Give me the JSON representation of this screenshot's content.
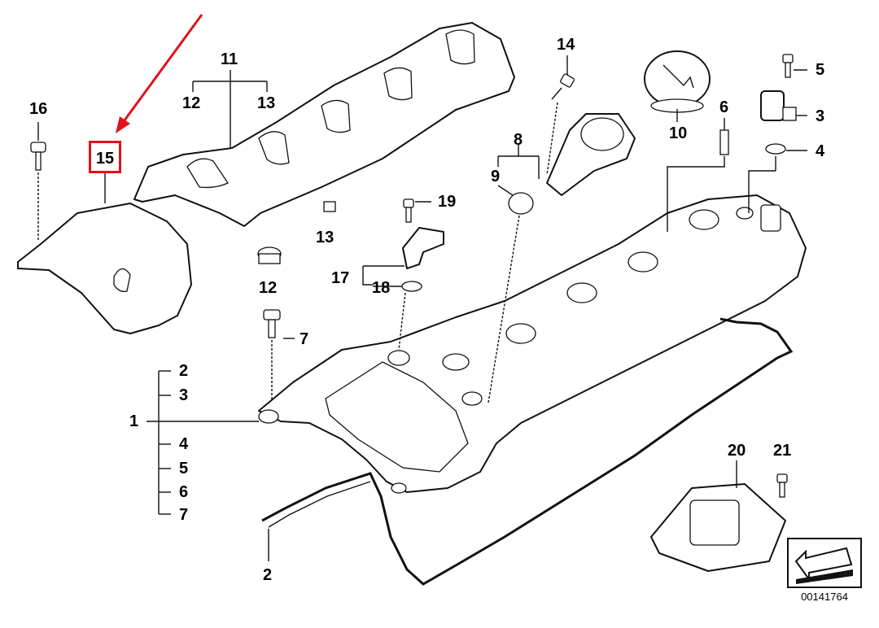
{
  "diagram": {
    "labels": {
      "l11": "11",
      "l12a": "12",
      "l13a": "13",
      "l16": "16",
      "l15": "15",
      "l14": "14",
      "l10": "10",
      "l8": "8",
      "l9": "9",
      "l5a": "5",
      "l3a": "3",
      "l6a": "6",
      "l4a": "4",
      "l19": "19",
      "l13b": "13",
      "l12b": "12",
      "l17": "17",
      "l18": "18",
      "l7a": "7",
      "l1": "1",
      "l2a": "2",
      "l3b": "3",
      "l4b": "4",
      "l5b": "5",
      "l6b": "6",
      "l7b": "7",
      "l2b": "2",
      "l20": "20",
      "l21": "21"
    },
    "highlighted_part": "15",
    "diagram_code": "00141764",
    "colors": {
      "highlight": "#e0121a",
      "line": "#111111",
      "background": "#ffffff"
    }
  }
}
